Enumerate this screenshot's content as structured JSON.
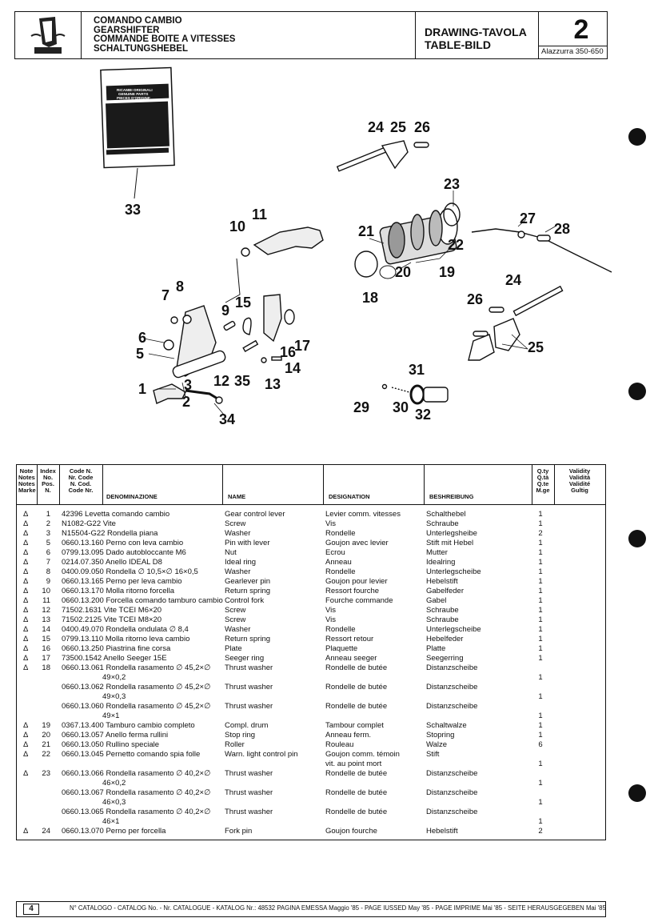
{
  "header": {
    "title_lines": [
      "COMANDO CAMBIO",
      "GEARSHIFTER",
      "COMMANDE BOITE A VITESSES",
      "SCHALTUNGSHEBEL"
    ],
    "drawing_lines": [
      "DRAWING-TAVOLA",
      "TABLE-BILD"
    ],
    "plate_number": "2",
    "model": "Alazzurra 350-650"
  },
  "booklet": {
    "lines": [
      "RICAMBI ORIGINALI",
      "GENUINE PARTS",
      "PIECES D'ORIGINE"
    ]
  },
  "callouts": [
    "24",
    "25",
    "26",
    "23",
    "33",
    "11",
    "10",
    "21",
    "27",
    "28",
    "22",
    "20",
    "19",
    "18",
    "24",
    "8",
    "7",
    "9",
    "15",
    "26",
    "6",
    "16",
    "17",
    "5",
    "12",
    "35",
    "14",
    "13",
    "31",
    "25",
    "3",
    "1",
    "2",
    "34",
    "29",
    "30",
    "32"
  ],
  "table": {
    "headers": {
      "note": [
        "Note",
        "Notes",
        "Notes",
        "Marke"
      ],
      "index": [
        "Index",
        "No.",
        "Pos.",
        "N."
      ],
      "code": [
        "Code N.",
        "Nr. Code",
        "N. Cod.",
        "Code Nr."
      ],
      "denominazione": "DENOMINAZIONE",
      "name": "NAME",
      "designation": "DESIGNATION",
      "beschreibung": "BESHREIBUNG",
      "qty": [
        "Q.ty",
        "Q.tà",
        "Q.te",
        "M.ge"
      ],
      "validity": [
        "Validity",
        "Validità",
        "Validité",
        "Gultig"
      ]
    },
    "rows": [
      {
        "mark": "Δ",
        "idx": "1",
        "code_desc": "42396    Levetta comando cambio",
        "sub": "",
        "name": "Gear control lever",
        "desig": "Levier comm. vitesses",
        "desig2": "",
        "besch": "Schalthebel",
        "qty": "1"
      },
      {
        "mark": "Δ",
        "idx": "2",
        "code_desc": "N1082-G22  Vite",
        "sub": "",
        "name": "Screw",
        "desig": "Vis",
        "desig2": "",
        "besch": "Schraube",
        "qty": "1"
      },
      {
        "mark": "Δ",
        "idx": "3",
        "code_desc": "N15504-G22 Rondella piana",
        "sub": "",
        "name": "Washer",
        "desig": "Rondelle",
        "desig2": "",
        "besch": "Unterlegsheibe",
        "qty": "2"
      },
      {
        "mark": "Δ",
        "idx": "5",
        "code_desc": "0660.13.160 Perno con leva cambio",
        "sub": "",
        "name": "Pin with lever",
        "desig": "Goujon avec levier",
        "desig2": "",
        "besch": "Stift mit Hebel",
        "qty": "1"
      },
      {
        "mark": "Δ",
        "idx": "6",
        "code_desc": "0799.13.095 Dado autobloccante M6",
        "sub": "",
        "name": "Nut",
        "desig": "Ecrou",
        "desig2": "",
        "besch": "Mutter",
        "qty": "1"
      },
      {
        "mark": "Δ",
        "idx": "7",
        "code_desc": "0214.07.350 Anello IDEAL D8",
        "sub": "",
        "name": "Ideal ring",
        "desig": "Anneau",
        "desig2": "",
        "besch": "Idealring",
        "qty": "1"
      },
      {
        "mark": "Δ",
        "idx": "8",
        "code_desc": "0400.09.050 Rondella ∅ 10,5×∅ 16×0,5",
        "sub": "",
        "name": "Washer",
        "desig": "Rondelle",
        "desig2": "",
        "besch": "Unterlegscheibe",
        "qty": "1"
      },
      {
        "mark": "Δ",
        "idx": "9",
        "code_desc": "0660.13.165 Perno per leva cambio",
        "sub": "",
        "name": "Gearlever pin",
        "desig": "Goujon pour levier",
        "desig2": "",
        "besch": "Hebelstift",
        "qty": "1"
      },
      {
        "mark": "Δ",
        "idx": "10",
        "code_desc": "0660.13.170 Molla ritorno forcella",
        "sub": "",
        "name": "Return spring",
        "desig": "Ressort fourche",
        "desig2": "",
        "besch": "Gabelfeder",
        "qty": "1"
      },
      {
        "mark": "Δ",
        "idx": "11",
        "code_desc": "0660.13.200 Forcella comando tamburo cambio",
        "sub": "",
        "name": "Control fork",
        "desig": "Fourche commande",
        "desig2": "",
        "besch": "Gabel",
        "qty": "1"
      },
      {
        "mark": "Δ",
        "idx": "12",
        "code_desc": "71502.1631 Vite TCEI M6×20",
        "sub": "",
        "name": "Screw",
        "desig": "Vis",
        "desig2": "",
        "besch": "Schraube",
        "qty": "1"
      },
      {
        "mark": "Δ",
        "idx": "13",
        "code_desc": "71502.2125 Vite TCEI M8×20",
        "sub": "",
        "name": "Screw",
        "desig": "Vis",
        "desig2": "",
        "besch": "Schraube",
        "qty": "1"
      },
      {
        "mark": "Δ",
        "idx": "14",
        "code_desc": "0400.49.070 Rondella ondulata ∅ 8,4",
        "sub": "",
        "name": "Washer",
        "desig": "Rondelle",
        "desig2": "",
        "besch": "Unterlegscheibe",
        "qty": "1"
      },
      {
        "mark": "Δ",
        "idx": "15",
        "code_desc": "0799.13.110 Molla ritorno leva cambio",
        "sub": "",
        "name": "Return spring",
        "desig": "Ressort retour",
        "desig2": "",
        "besch": "Hebelfeder",
        "qty": "1"
      },
      {
        "mark": "Δ",
        "idx": "16",
        "code_desc": "0660.13.250 Piastrina fine corsa",
        "sub": "",
        "name": "Plate",
        "desig": "Plaquette",
        "desig2": "",
        "besch": "Platte",
        "qty": "1"
      },
      {
        "mark": "Δ",
        "idx": "17",
        "code_desc": "73500.1542 Anello Seeger 15E",
        "sub": "",
        "name": "Seeger ring",
        "desig": "Anneau seeger",
        "desig2": "",
        "besch": "Seegerring",
        "qty": "1"
      },
      {
        "mark": "Δ",
        "idx": "18",
        "code_desc": "0660.13.061 Rondella rasamento ∅ 45,2×∅",
        "sub": "49×0,2",
        "name": "Thrust washer",
        "desig": "Rondelle de butée",
        "desig2": "",
        "besch": "Distanzscheibe",
        "qty": "1"
      },
      {
        "mark": "",
        "idx": "",
        "code_desc": "0660.13.062 Rondella rasamento ∅ 45,2×∅",
        "sub": "49×0,3",
        "name": "Thrust washer",
        "desig": "Rondelle de butée",
        "desig2": "",
        "besch": "Distanzscheibe",
        "qty": "1"
      },
      {
        "mark": "",
        "idx": "",
        "code_desc": "0660.13.060 Rondella rasamento ∅ 45,2×∅",
        "sub": "49×1",
        "name": "Thrust washer",
        "desig": "Rondelle de butée",
        "desig2": "",
        "besch": "Distanzscheibe",
        "qty": "1"
      },
      {
        "mark": "Δ",
        "idx": "19",
        "code_desc": "0367.13.400 Tamburo cambio completo",
        "sub": "",
        "name": "Compl. drum",
        "desig": "Tambour complet",
        "desig2": "",
        "besch": "Schaltwalze",
        "qty": "1"
      },
      {
        "mark": "Δ",
        "idx": "20",
        "code_desc": "0660.13.057 Anello ferma rullini",
        "sub": "",
        "name": "Stop ring",
        "desig": "Anneau ferm.",
        "desig2": "",
        "besch": "Stopring",
        "qty": "1"
      },
      {
        "mark": "Δ",
        "idx": "21",
        "code_desc": "0660.13.050 Rullino speciale",
        "sub": "",
        "name": "Roller",
        "desig": "Rouleau",
        "desig2": "",
        "besch": "Walze",
        "qty": "6"
      },
      {
        "mark": "Δ",
        "idx": "22",
        "code_desc": "0660.13.045 Pernetto comando spia folle",
        "sub": "",
        "name": "Warn. light control pin",
        "desig": "Goujon comm. témoin",
        "desig2": "vit. au point mort",
        "besch": "Stift",
        "qty": "1"
      },
      {
        "mark": "Δ",
        "idx": "23",
        "code_desc": "0660.13.066 Rondella rasamento ∅ 40,2×∅",
        "sub": "46×0,2",
        "name": "Thrust washer",
        "desig": "Rondelle de butée",
        "desig2": "",
        "besch": "Distanzscheibe",
        "qty": "1"
      },
      {
        "mark": "",
        "idx": "",
        "code_desc": "0660.13.067 Rondella rasamento ∅ 40,2×∅",
        "sub": "46×0,3",
        "name": "Thrust washer",
        "desig": "Rondelle de butée",
        "desig2": "",
        "besch": "Distanzscheibe",
        "qty": "1"
      },
      {
        "mark": "",
        "idx": "",
        "code_desc": "0660.13.065 Rondella rasamento ∅ 40,2×∅",
        "sub": "46×1",
        "name": "Thrust washer",
        "desig": "Rondelle de butée",
        "desig2": "",
        "besch": "Distanzscheibe",
        "qty": "1"
      },
      {
        "mark": "Δ",
        "idx": "24",
        "code_desc": "0660.13.070 Perno per forcella",
        "sub": "",
        "name": "Fork pin",
        "desig": "Goujon fourche",
        "desig2": "",
        "besch": "Hebelstift",
        "qty": "2"
      }
    ]
  },
  "footer": {
    "page": "4",
    "text": "N° CATALOGO - CATALOG No. - Nr. CATALOGUE - KATALOG Nr.: 48532 PAGINA EMESSA Maggio '85 - PAGE IUSSED May '85 - PAGE IMPRIME Mai '85 - SEITE HERAUSGEGEBEN Mai '85"
  }
}
